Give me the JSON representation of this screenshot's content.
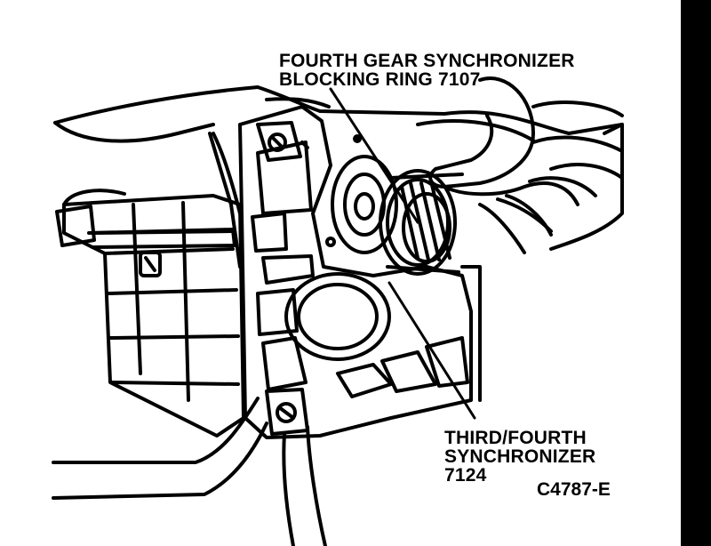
{
  "callouts": {
    "top": [
      "FOURTH GEAR SYNCHRONIZER",
      "BLOCKING RING 7107"
    ],
    "bottom": [
      "THIRD/FOURTH",
      "SYNCHRONIZER",
      "7124"
    ]
  },
  "figure_code": "C4787-E",
  "colors": {
    "ink": "#000000",
    "paper": "#ffffff",
    "border": "#000000"
  }
}
